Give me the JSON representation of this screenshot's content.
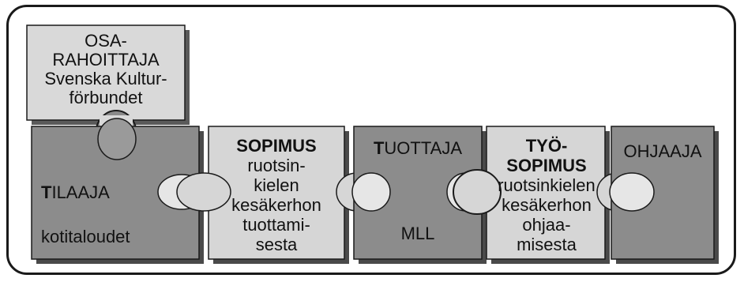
{
  "pieces": {
    "osarahoittaja": {
      "line1": "OSA-",
      "line2": "RAHOITTAJA",
      "line3": "Svenska Kultur-",
      "line4": "förbundet"
    },
    "tilaaja": {
      "title_bold": "T",
      "title_rest": "ILAAJA",
      "subtitle": "kotitaloudet"
    },
    "sopimus": {
      "title": "SOPIMUS",
      "line1": "ruotsin-",
      "line2": "kielen",
      "line3": "kesäkerhon",
      "line4": "tuottami-",
      "line5": "sesta"
    },
    "tuottaja": {
      "title_bold": "T",
      "title_rest": "UOTTAJA",
      "subtitle": "MLL"
    },
    "tyosopimus": {
      "title1": "TYÖ-",
      "title2": "SOPIMUS",
      "line1": "ruotsinkielen",
      "line2": "kesäkerhon",
      "line3": "ohjaa-",
      "line4": "misesta"
    },
    "ohjaaja": {
      "title": "OHJAAJA"
    }
  },
  "colors": {
    "dark_piece": "#8c8c8c",
    "light_piece": "#d6d6d6",
    "outline": "#1a1a1a",
    "shadow": "#4a4a4a"
  }
}
